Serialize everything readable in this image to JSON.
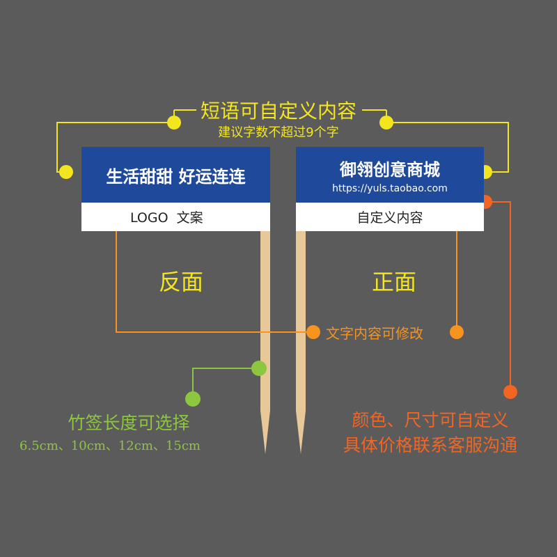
{
  "header": {
    "title": "短语可自定义内容",
    "subtitle": "建议字数不超过9个字"
  },
  "back_flag": {
    "blue_text": "生活甜甜 好运连连",
    "white_text": "LOGO  文案",
    "side_label": "反面"
  },
  "front_flag": {
    "blue_text": "御翎创意商城",
    "url": "https://yuls.taobao.com",
    "white_text": "自定义内容",
    "side_label": "正面"
  },
  "notes": {
    "editable": "文字内容可修改",
    "stick_length": "竹签长度可选择",
    "stick_sizes": "6.5cm、10cm、12cm、15cm",
    "custom_line1": "颜色、尺寸可自定义",
    "custom_line2": "具体价格联系客服沟通"
  },
  "colors": {
    "background": "#5b5b5b",
    "flag_blue": "#1f4a9c",
    "yellow": "#f3e51e",
    "orange": "#f7931e",
    "red_orange": "#f26522",
    "green": "#8dc63f",
    "stick": "#e8c898"
  }
}
